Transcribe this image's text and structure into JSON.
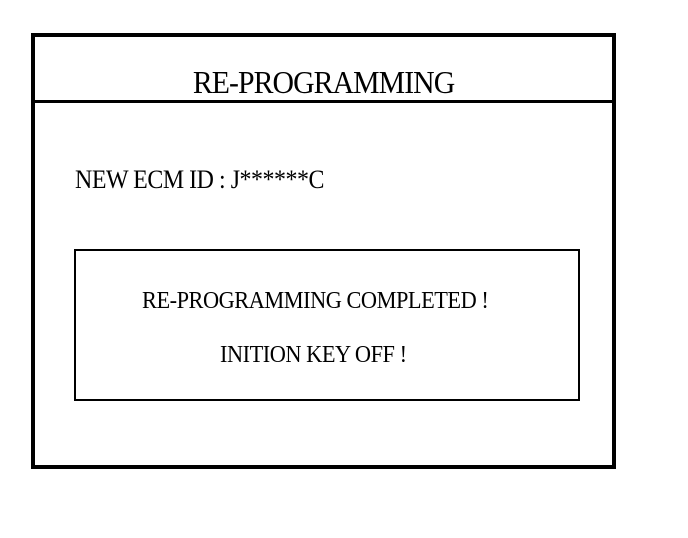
{
  "screen": {
    "title": "RE-PROGRAMMING",
    "id_line": "NEW ECM ID : J******C",
    "message_box": {
      "line1": "RE-PROGRAMMING COMPLETED !",
      "line2": "INITION KEY OFF !"
    }
  }
}
